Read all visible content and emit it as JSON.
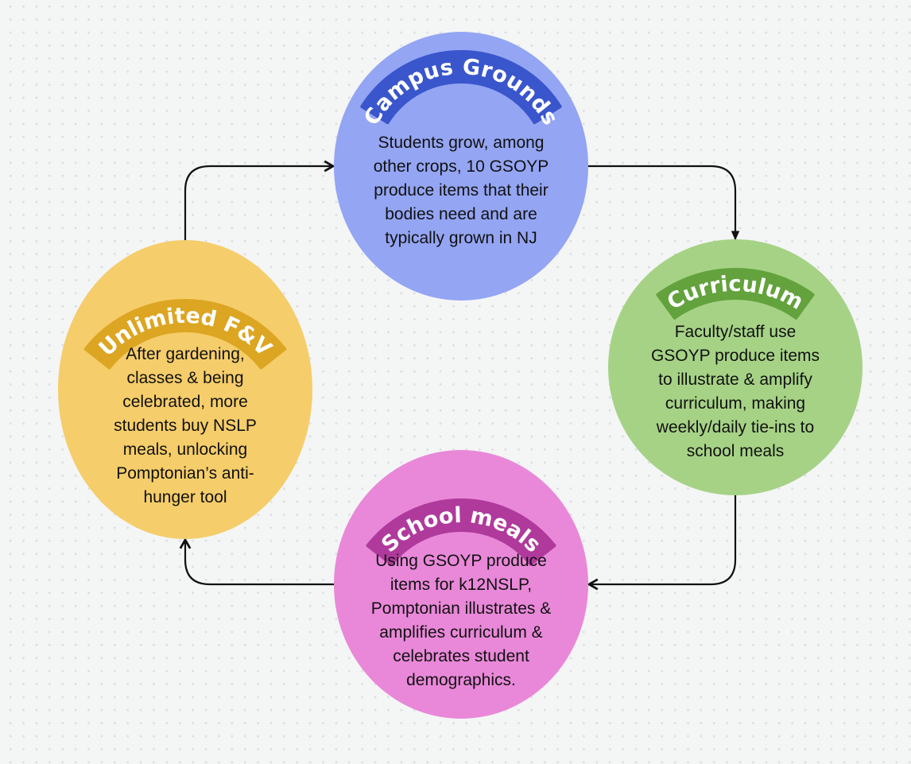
{
  "diagram": {
    "type": "cycle",
    "connector_color": "#111111",
    "nodes": [
      {
        "id": "campus-grounds",
        "title": "Campus Grounds",
        "text": "Students grow, among\nother crops, 10 GSOYP\nproduce items that their\nbodies need and are\ntypically grown in NJ ",
        "fill": "#94a5f3",
        "banner_color": "#3a56cc"
      },
      {
        "id": "curriculum",
        "title": "Curriculum",
        "text": "Faculty/staff use\nGSOYP produce items\nto illustrate & amplify\ncurriculum, making\nweekly/daily tie-ins to\nschool meals",
        "fill": "#a6d286",
        "banner_color": "#63a23c"
      },
      {
        "id": "school-meals",
        "title": "School meals",
        "text": "Using GSOYP produce\nitems for k12NSLP,\nPomptonian illustrates &\namplifies curriculum &\ncelebrates student\ndemographics.",
        "fill": "#e988d9",
        "banner_color": "#b03a9c"
      },
      {
        "id": "unlimited-fv",
        "title": "Unlimited F&V",
        "text": "After gardening,\nclasses & being\ncelebrated, more\nstudents buy NSLP\nmeals, unlocking\nPomptonian’s  anti-\nhunger tool",
        "fill": "#f5cd6a",
        "banner_color": "#dca622"
      }
    ],
    "edges": [
      {
        "from": "unlimited-fv",
        "to": "campus-grounds"
      },
      {
        "from": "campus-grounds",
        "to": "curriculum"
      },
      {
        "from": "curriculum",
        "to": "school-meals"
      },
      {
        "from": "school-meals",
        "to": "unlimited-fv"
      }
    ]
  }
}
